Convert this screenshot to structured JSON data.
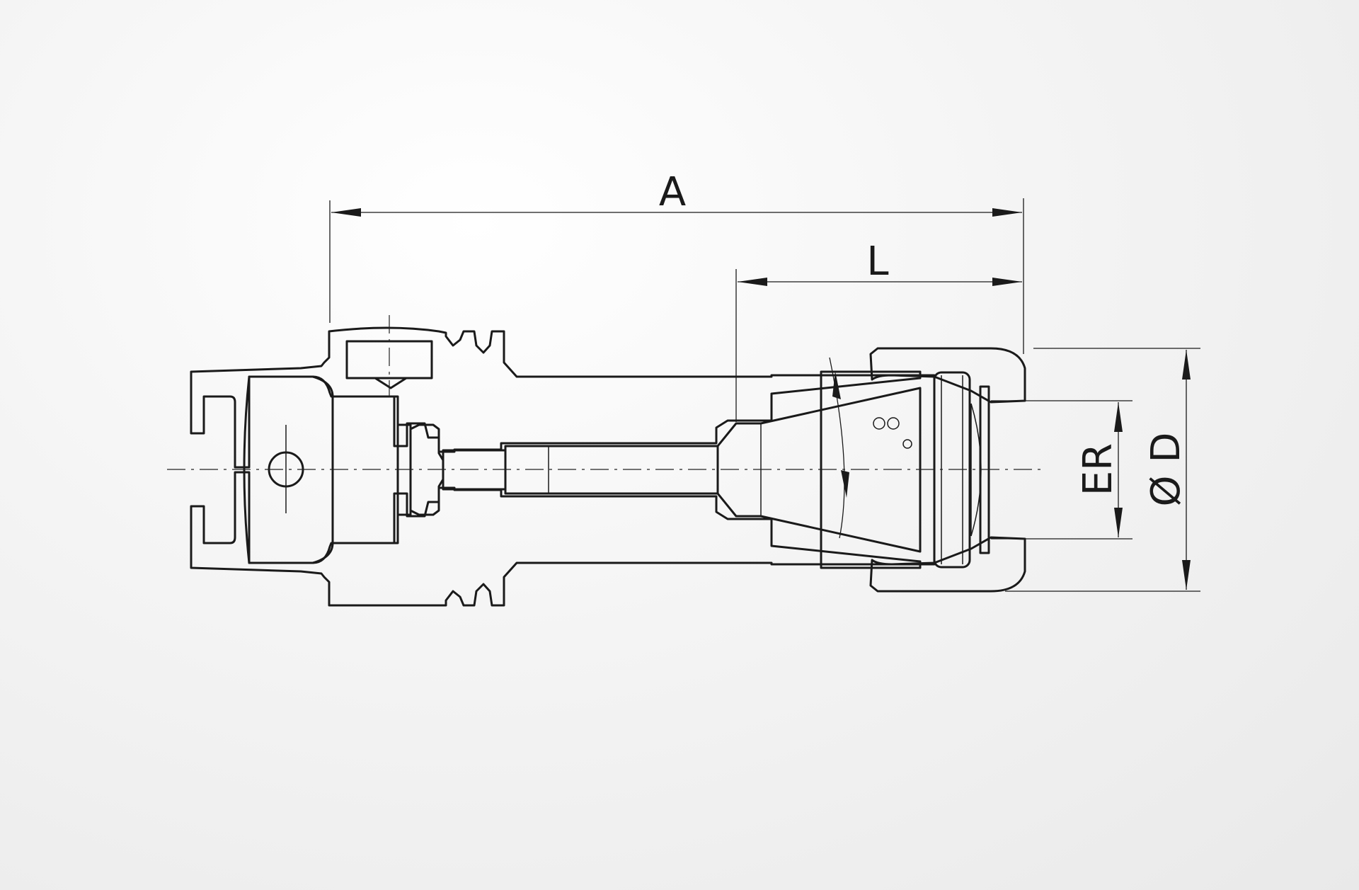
{
  "diagram": {
    "dimensions": {
      "overall_length": "A",
      "projection_length": "L",
      "collet_size": "ER",
      "nut_diameter": "Ø D"
    }
  }
}
